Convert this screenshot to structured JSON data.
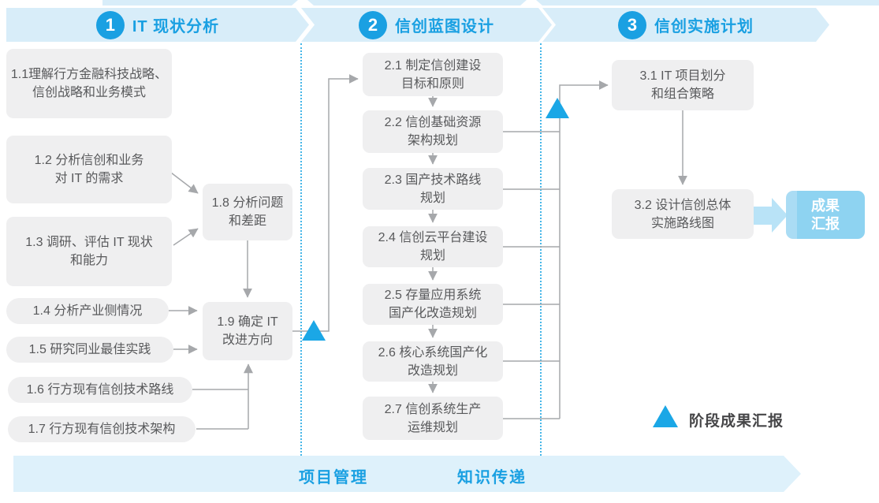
{
  "phases": [
    {
      "number": "1",
      "title": "IT 现状分析"
    },
    {
      "number": "2",
      "title": "信创蓝图设计"
    },
    {
      "number": "3",
      "title": "信创实施计划"
    }
  ],
  "boxes": {
    "b11": {
      "l1": "1.1理解行方金融科技战略、",
      "l2": "信创战略和业务模式"
    },
    "b12": {
      "l1": "1.2 分析信创和业务",
      "l2": "对 IT 的需求"
    },
    "b13": {
      "l1": "1.3 调研、评估 IT 现状",
      "l2": "和能力"
    },
    "b14": {
      "l1": "1.4 分析产业侧情况"
    },
    "b15": {
      "l1": "1.5 研究同业最佳实践"
    },
    "b16": {
      "l1": "1.6 行方现有信创技术路线"
    },
    "b17": {
      "l1": "1.7 行方现有信创技术架构"
    },
    "b18": {
      "l1": "1.8 分析问题",
      "l2": "和差距"
    },
    "b19": {
      "l1": "1.9 确定 IT",
      "l2": "改进方向"
    },
    "b21": {
      "l1": "2.1 制定信创建设",
      "l2": "目标和原则"
    },
    "b22": {
      "l1": "2.2 信创基础资源",
      "l2": "架构规划"
    },
    "b23": {
      "l1": "2.3 国产技术路线",
      "l2": "规划"
    },
    "b24": {
      "l1": "2.4 信创云平台建设",
      "l2": "规划"
    },
    "b25": {
      "l1": "2.5 存量应用系统",
      "l2": "国产化改造规划"
    },
    "b26": {
      "l1": "2.6 核心系统国产化",
      "l2": "改造规划"
    },
    "b27": {
      "l1": "2.7 信创系统生产",
      "l2": "运维规划"
    },
    "b31": {
      "l1": "3.1 IT 项目划分",
      "l2": "和组合策略"
    },
    "b32": {
      "l1": "3.2 设计信创总体",
      "l2": "实施路线图"
    }
  },
  "result_box": {
    "l1": "成果",
    "l2": "汇报"
  },
  "legend": {
    "label": "阶段成果汇报"
  },
  "bottom_banner": {
    "left_label": "项目管理",
    "right_label": "知识传递"
  },
  "colors": {
    "accent_blue": "#1aa0e2",
    "banner_bg": "#d8edf9",
    "bottom_banner_bg": "#def1fb",
    "node_bg": "#efeff0",
    "node_text": "#58595b",
    "connector_gray": "#a6a8ab",
    "milestone_triangle": "#1ba7e6",
    "result_box_bg": "#8ed3f1",
    "result_arrow_bg": "#b9e3f7"
  }
}
